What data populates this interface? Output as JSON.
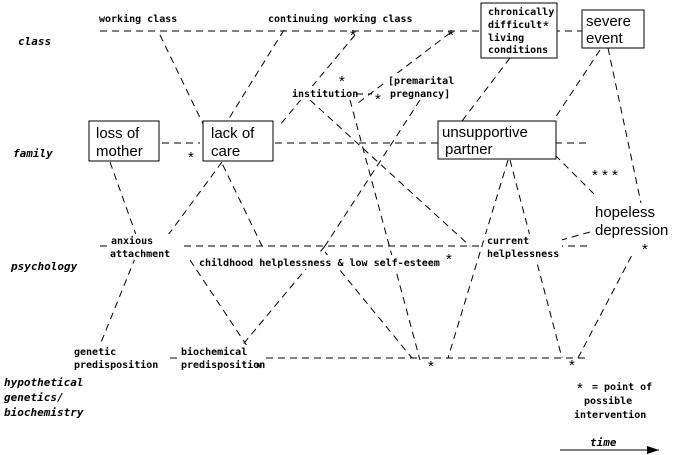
{
  "levels": {
    "class": "class",
    "family": "family",
    "psychology": "psychology",
    "biochem_1": "hypothetical",
    "biochem_2": "genetics/",
    "biochem_3": "biochemistry"
  },
  "nodes": {
    "working_class": "working class",
    "continuing_working_class": "continuing working class",
    "chronically_1": "chronically",
    "chronically_2": "difficult",
    "chronically_3": "living",
    "chronically_4": "conditions",
    "severe_1": "severe",
    "severe_2": "event",
    "institution": "institution",
    "premarital_1": "[premarital",
    "premarital_2": "pregnancy]",
    "loss_1": "loss of",
    "loss_2": "mother",
    "lack_1": "lack of",
    "lack_2": "care",
    "unsupportive_1": "unsupportive",
    "unsupportive_2": "partner",
    "hopeless_1": "hopeless",
    "hopeless_2": "depression",
    "anxious_1": "anxious",
    "anxious_2": "attachment",
    "childhood": "childhood helplessness & low self-esteem",
    "current_1": "current",
    "current_2": "helplessness",
    "genetic_1": "genetic",
    "genetic_2": "predisposition",
    "biochemical_1": "biochemical",
    "biochemical_2": "predisposition"
  },
  "legend": {
    "star": "*",
    "line1": "= point of",
    "line2": "possible",
    "line3": "intervention",
    "time": "time"
  },
  "marks": {
    "star": "*",
    "triple": "* * *"
  }
}
